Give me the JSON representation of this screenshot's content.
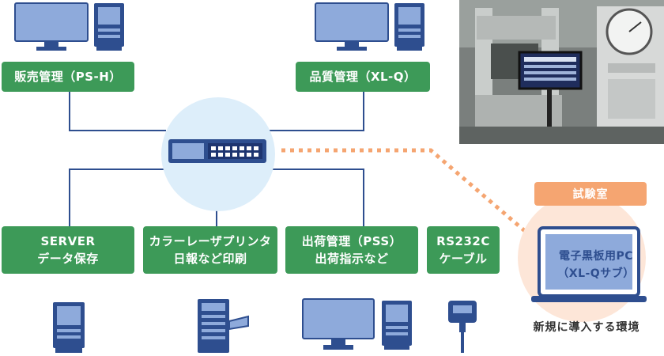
{
  "nodes": {
    "sales": {
      "label": "販売管理（PS-H）"
    },
    "quality": {
      "label": "品質管理（XL-Q）"
    },
    "server": {
      "line1": "SERVER",
      "line2": "データ保存"
    },
    "printer": {
      "line1": "カラーレーザプリンタ",
      "line2": "日報など印刷"
    },
    "shipping": {
      "line1": "出荷管理（PSS）",
      "line2": "出荷指示など"
    },
    "rs232c": {
      "line1": "RS232C",
      "line2": "ケーブル"
    }
  },
  "lab": {
    "tag": "試験室",
    "pc_line1": "電子黒板用PC",
    "pc_line2": "（XL-Qサブ）",
    "caption": "新規に導入する環境"
  },
  "colors": {
    "node_green": "#3d9a58",
    "icon_blue": "#8eaadb",
    "icon_navy": "#2e4e8f",
    "hub_circle": "#ddeefa",
    "dotted_link": "#f5a571",
    "lab_circle": "#fde6d8"
  },
  "icons": [
    "monitor-icon",
    "pc-tower-icon",
    "network-switch-icon",
    "printer-icon",
    "serial-cable-icon",
    "laptop-icon",
    "lab-photo"
  ]
}
